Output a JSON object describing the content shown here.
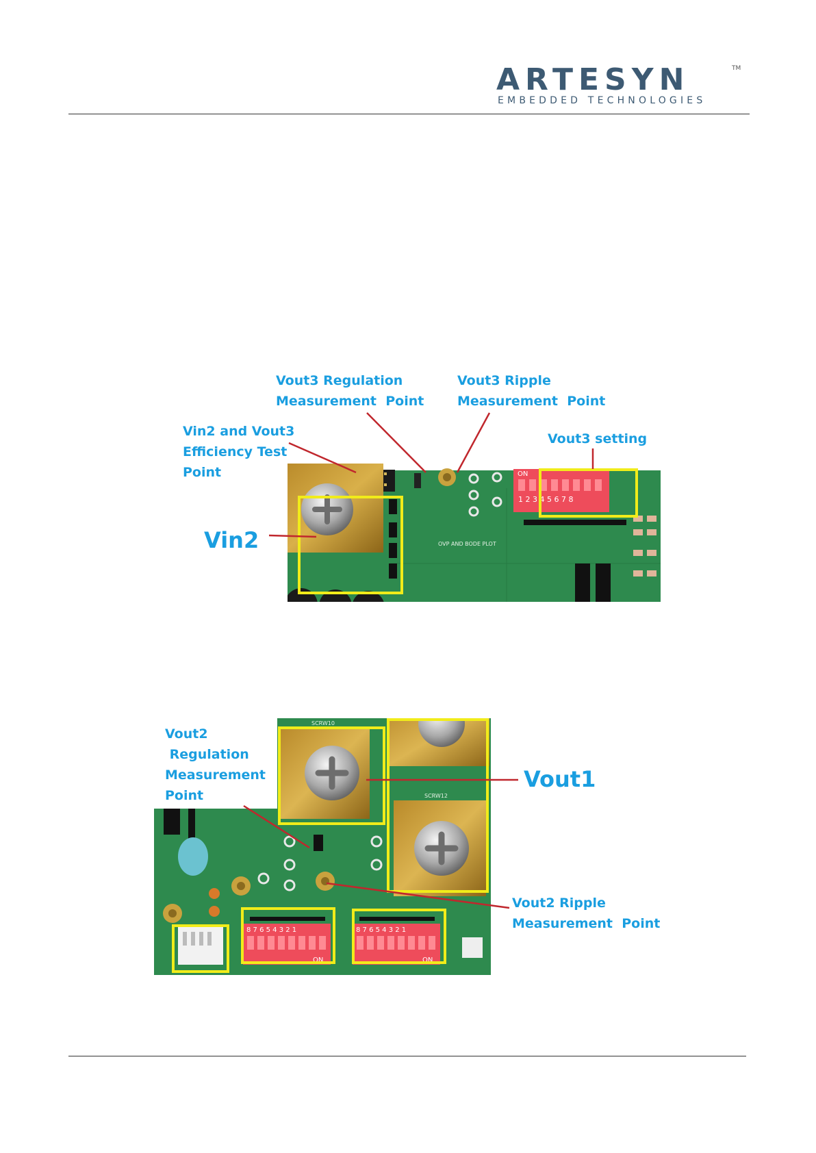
{
  "header": {
    "logo_word": "ARTESYN",
    "logo_tm": "TM",
    "logo_sub": "EMBEDDED TECHNOLOGIES",
    "brand_color": "#3d5a73"
  },
  "figure1": {
    "labels": {
      "vout3_regulation": "Vout3 Regulation\nMeasurement  Point",
      "vout3_ripple": "Vout3 Ripple\nMeasurement  Point",
      "efficiency": "Vin2 and Vout3\nEfficiency Test\nPoint",
      "vout3_setting": "Vout3 setting",
      "vin2": "Vin2"
    },
    "board_silkscreen": {
      "ovp": "OVP AND BODE PLOT",
      "dip_on": "ON",
      "dip_numbers": "1 2 3 4 5 6 7 8"
    }
  },
  "figure2": {
    "labels": {
      "vout2_regulation": "Vout2\n Regulation\nMeasurement\nPoint",
      "vout1": "Vout1",
      "vout2_ripple": "Vout2 Ripple\nMeasurement  Point"
    },
    "board_silkscreen": {
      "dip_numbers_rev": "8 7 6 5 4 3 2 1",
      "dip_on": "ON",
      "scrw10": "SCRW10",
      "scrw12": "SCRW12"
    }
  },
  "colors": {
    "label_blue": "#1a9ee0",
    "highlight_yellow": "#f1ec1a",
    "pcb_green": "#2e8a4e",
    "leader_red": "#c0272d"
  }
}
